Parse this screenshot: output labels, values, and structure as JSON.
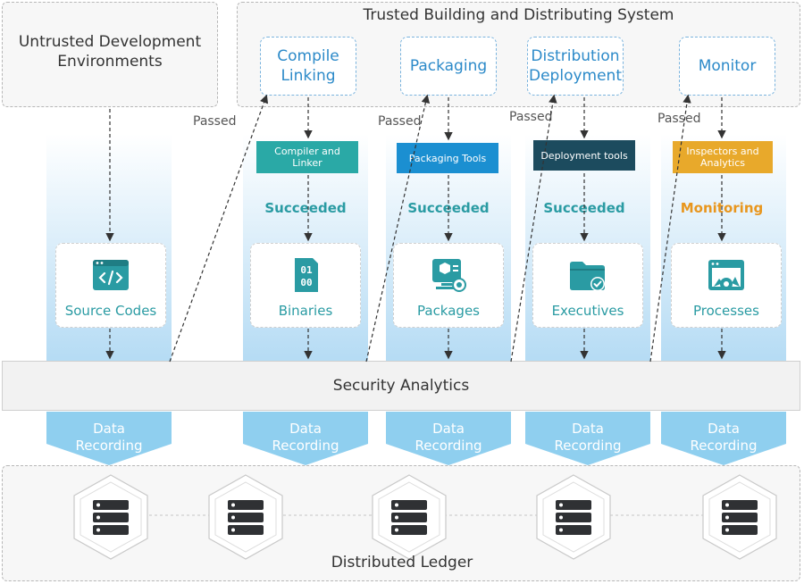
{
  "title_untrusted": "Untrusted Development\nEnvironments",
  "title_trusted": "Trusted Building and Distributing System",
  "stages": [
    {
      "label": "Compile\nLinking"
    },
    {
      "label": "Packaging"
    },
    {
      "label": "Distribution\nDeployment"
    },
    {
      "label": "Monitor"
    }
  ],
  "tools": [
    {
      "label": "Compiler and\nLinker",
      "color": "#2aa9a6"
    },
    {
      "label": "Packaging Tools",
      "color": "#1b8fd1"
    },
    {
      "label": "Deployment tools",
      "color": "#1c4b5e"
    },
    {
      "label": "Inspectors and\nAnalytics",
      "color": "#e8a92b"
    }
  ],
  "statuses": [
    {
      "label": "Succeeded",
      "color": "#2a9ba3"
    },
    {
      "label": "Succeeded",
      "color": "#2a9ba3"
    },
    {
      "label": "Succeeded",
      "color": "#2a9ba3"
    },
    {
      "label": "Monitoring",
      "color": "#e8961e"
    }
  ],
  "cards": [
    {
      "label": "Source Codes",
      "icon": "code-window-icon"
    },
    {
      "label": "Binaries",
      "icon": "binary-file-icon"
    },
    {
      "label": "Packages",
      "icon": "package-icon"
    },
    {
      "label": "Executives",
      "icon": "folder-check-icon"
    },
    {
      "label": "Processes",
      "icon": "process-window-icon"
    }
  ],
  "passed": [
    "Passed",
    "Passed",
    "Passed",
    "Passed"
  ],
  "security_analytics": "Security Analytics",
  "data_recording": [
    "Data\nRecording",
    "Data\nRecording",
    "Data\nRecording",
    "Data\nRecording",
    "Data\nRecording"
  ],
  "distributed_ledger": "Distributed Ledger",
  "ledger_nodes": [
    "server-icon",
    "server-icon",
    "server-icon",
    "server-icon",
    "server-icon"
  ],
  "colors": {
    "accent_blue": "#2c8ac9",
    "teal": "#2a9ba3",
    "column": "#78beeb"
  }
}
